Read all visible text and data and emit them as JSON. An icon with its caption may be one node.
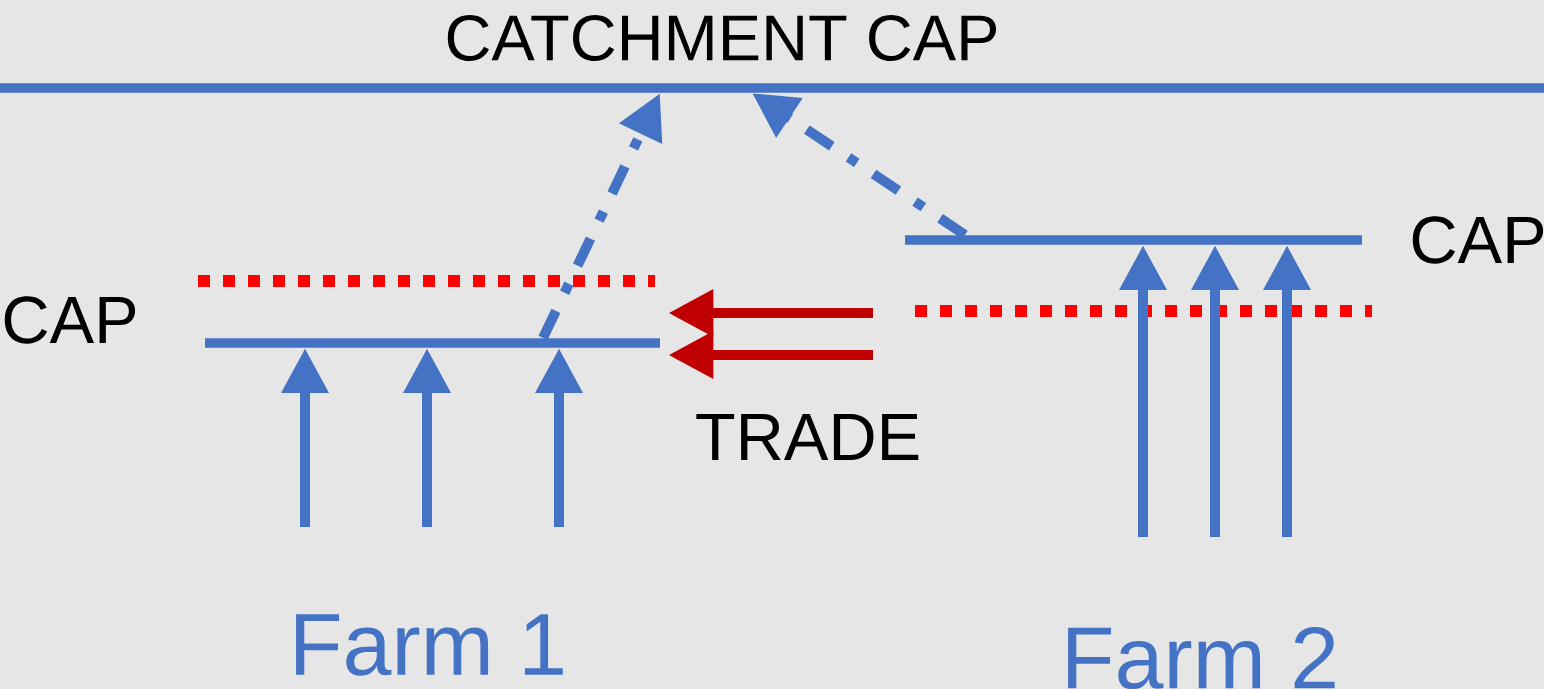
{
  "diagram": {
    "title": "CATCHMENT CAP",
    "nodes": [
      {
        "text": [],
        "shape": "bar"
      },
      {
        "text": [
          "CAP"
        ]
      },
      {
        "text": [
          "CAP"
        ]
      }
    ],
    "edges": [
      {
        "from": 1,
        "to": 0,
        "arrow": "to",
        "style": "dashed"
      },
      {
        "from": 2,
        "to": 0,
        "arrow": "to",
        "style": "dashed"
      },
      {
        "from": null,
        "to": 1,
        "arrow": "to",
        "color": "#c00000"
      },
      {
        "from": null,
        "to": 1,
        "arrow": "to",
        "color": "#c00000",
        "label": "TRADE"
      },
      {
        "from": null,
        "to": 1,
        "arrow": "to"
      },
      {
        "from": null,
        "to": 1,
        "arrow": "to"
      },
      {
        "from": null,
        "to": 1,
        "arrow": "to"
      },
      {
        "from": null,
        "to": 2,
        "arrow": "to"
      },
      {
        "from": null,
        "to": 2,
        "arrow": "to"
      },
      {
        "from": null,
        "to": 2,
        "arrow": "to"
      }
    ],
    "labels": [
      "Farm 1",
      "Farm 2"
    ]
  }
}
